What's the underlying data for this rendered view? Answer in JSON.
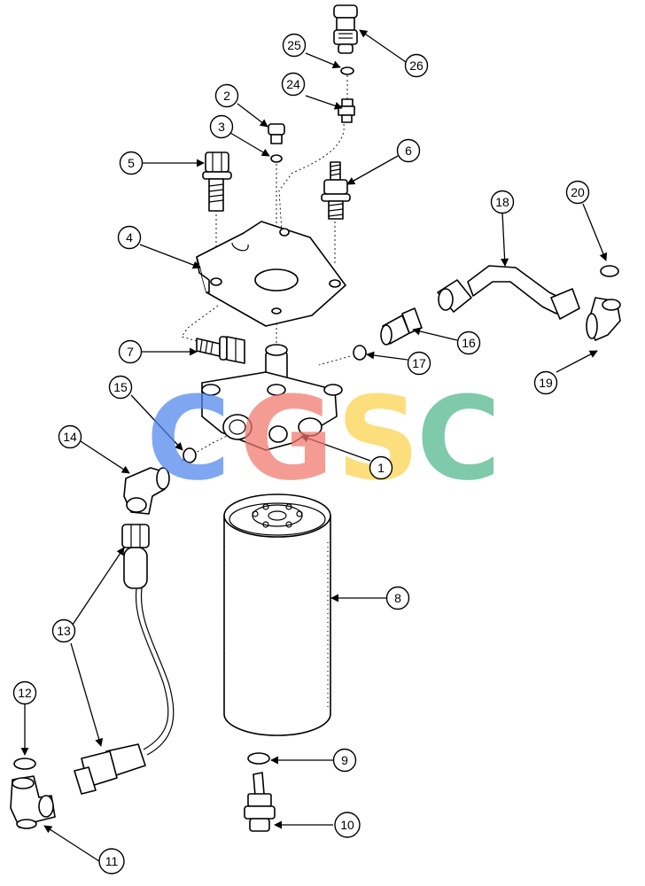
{
  "callouts": [
    "1",
    "2",
    "3",
    "4",
    "5",
    "6",
    "7",
    "8",
    "9",
    "10",
    "11",
    "12",
    "13",
    "14",
    "15",
    "16",
    "17",
    "18",
    "19",
    "20",
    "24",
    "25",
    "26"
  ],
  "watermark": {
    "letters": [
      "C",
      "G",
      "S",
      "C"
    ],
    "colors": [
      "#4f86ec",
      "#f0776c",
      "#fbd24a",
      "#4db78a"
    ]
  }
}
